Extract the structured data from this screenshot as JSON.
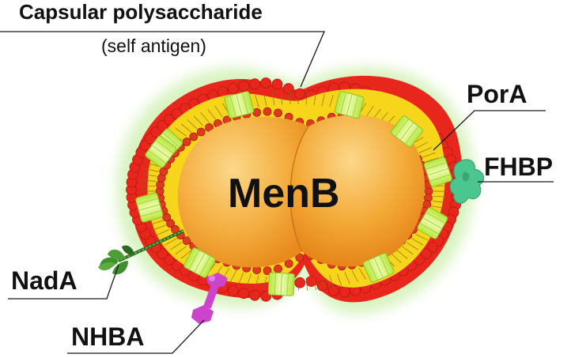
{
  "diagram": {
    "labels": {
      "capsular": "Capsular polysaccharide",
      "self_antigen": "(self antigen)",
      "pora": "PorA",
      "fhbp": "FHBP",
      "nada": "NadA",
      "nhba": "NHBA",
      "center": "MenB"
    },
    "colors": {
      "capsule_red": "#e8261c",
      "membrane_yellow": "#f7d51a",
      "core_orange": "#f3a431",
      "glow_green": "#d8f3c0",
      "porin_green": "#c9ef5a",
      "fhbp_teal": "#4cc68f",
      "nada_green": "#3f8f2b",
      "nhba_magenta": "#cc44cc"
    }
  }
}
